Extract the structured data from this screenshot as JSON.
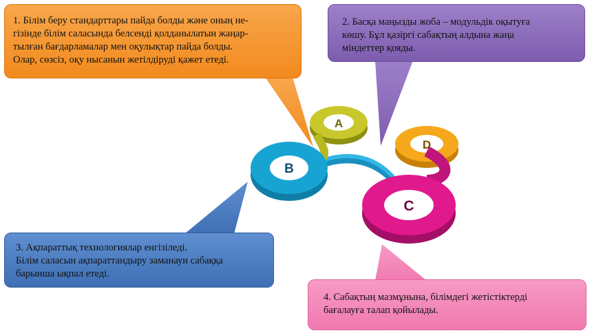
{
  "colors": {
    "orange": "#f28a1e",
    "purple": "#7d5cae",
    "blue": "#3f6fb4",
    "pink": "#f07ab0",
    "ring_a": "#c8c82c",
    "ring_b": "#18a4d3",
    "ring_c": "#e0198c",
    "ring_d": "#f5a81c"
  },
  "callouts": [
    {
      "lines": [
        "1. Білім беру стандарттары пайда болды және оның не-",
        "гізінде білім саласында белсенді қолданылатын жаңар-",
        "тылған бағдарламалар мен оқулықтар пайда болды.",
        "Олар, сөзсіз, оқу нысанын жетілдіруді қажет етеді."
      ]
    },
    {
      "lines": [
        "2. Басқа маңызды жоба – модульдік оқытуға",
        "көшу. Бұл қазіргі сабақтың алдына жаңа",
        "міндеттер қояды."
      ]
    },
    {
      "lines": [
        "3. Ақпараттық технологиялар енгізіледі.",
        "Білім саласын ақпараттандыру заманауи сабаққа",
        "барынша ықпал етеді."
      ]
    },
    {
      "lines": [
        "4. Сабақтың мазмұнына, білімдегі жетістіктерді",
        "бағалауға талап қойылады."
      ]
    }
  ],
  "rings": [
    {
      "letter": "A"
    },
    {
      "letter": "B"
    },
    {
      "letter": "C"
    },
    {
      "letter": "D"
    }
  ]
}
